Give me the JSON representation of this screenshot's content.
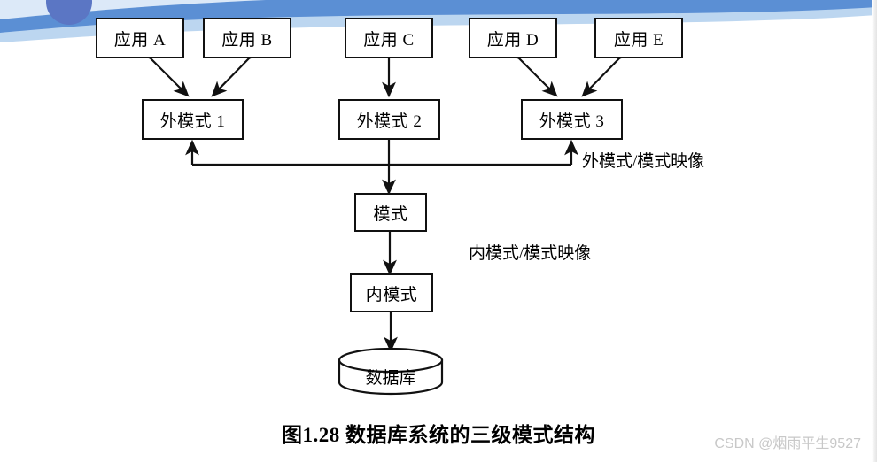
{
  "figure": {
    "caption": "图1.28  数据库系统的三级模式结构",
    "watermark": "CSDN @烟雨平生9527",
    "decoration": {
      "band_color_dark": "#5b8fd4",
      "band_color_light": "#bcd6f0",
      "circle_color": "#5b76c4"
    }
  },
  "diagram": {
    "type": "block-diagram",
    "line_color": "#111111",
    "box_fill": "#ffffff",
    "applications": [
      {
        "label": "应用 A",
        "connects_to": "外模式 1"
      },
      {
        "label": "应用 B",
        "connects_to": "外模式 1"
      },
      {
        "label": "应用 C",
        "connects_to": "外模式 2"
      },
      {
        "label": "应用 D",
        "connects_to": "外模式 3"
      },
      {
        "label": "应用 E",
        "connects_to": "外模式 3"
      }
    ],
    "external_schemas": [
      {
        "label": "外模式 1"
      },
      {
        "label": "外模式 2"
      },
      {
        "label": "外模式 3"
      }
    ],
    "conceptual_schema": {
      "label": "模式"
    },
    "internal_schema": {
      "label": "内模式"
    },
    "storage": {
      "label": "数据库",
      "shape": "cylinder"
    },
    "mappings": [
      {
        "label": "外模式/模式映像",
        "between": "外模式 - 模式"
      },
      {
        "label": "内模式/模式映像",
        "between": "内模式 - 模式"
      }
    ]
  }
}
